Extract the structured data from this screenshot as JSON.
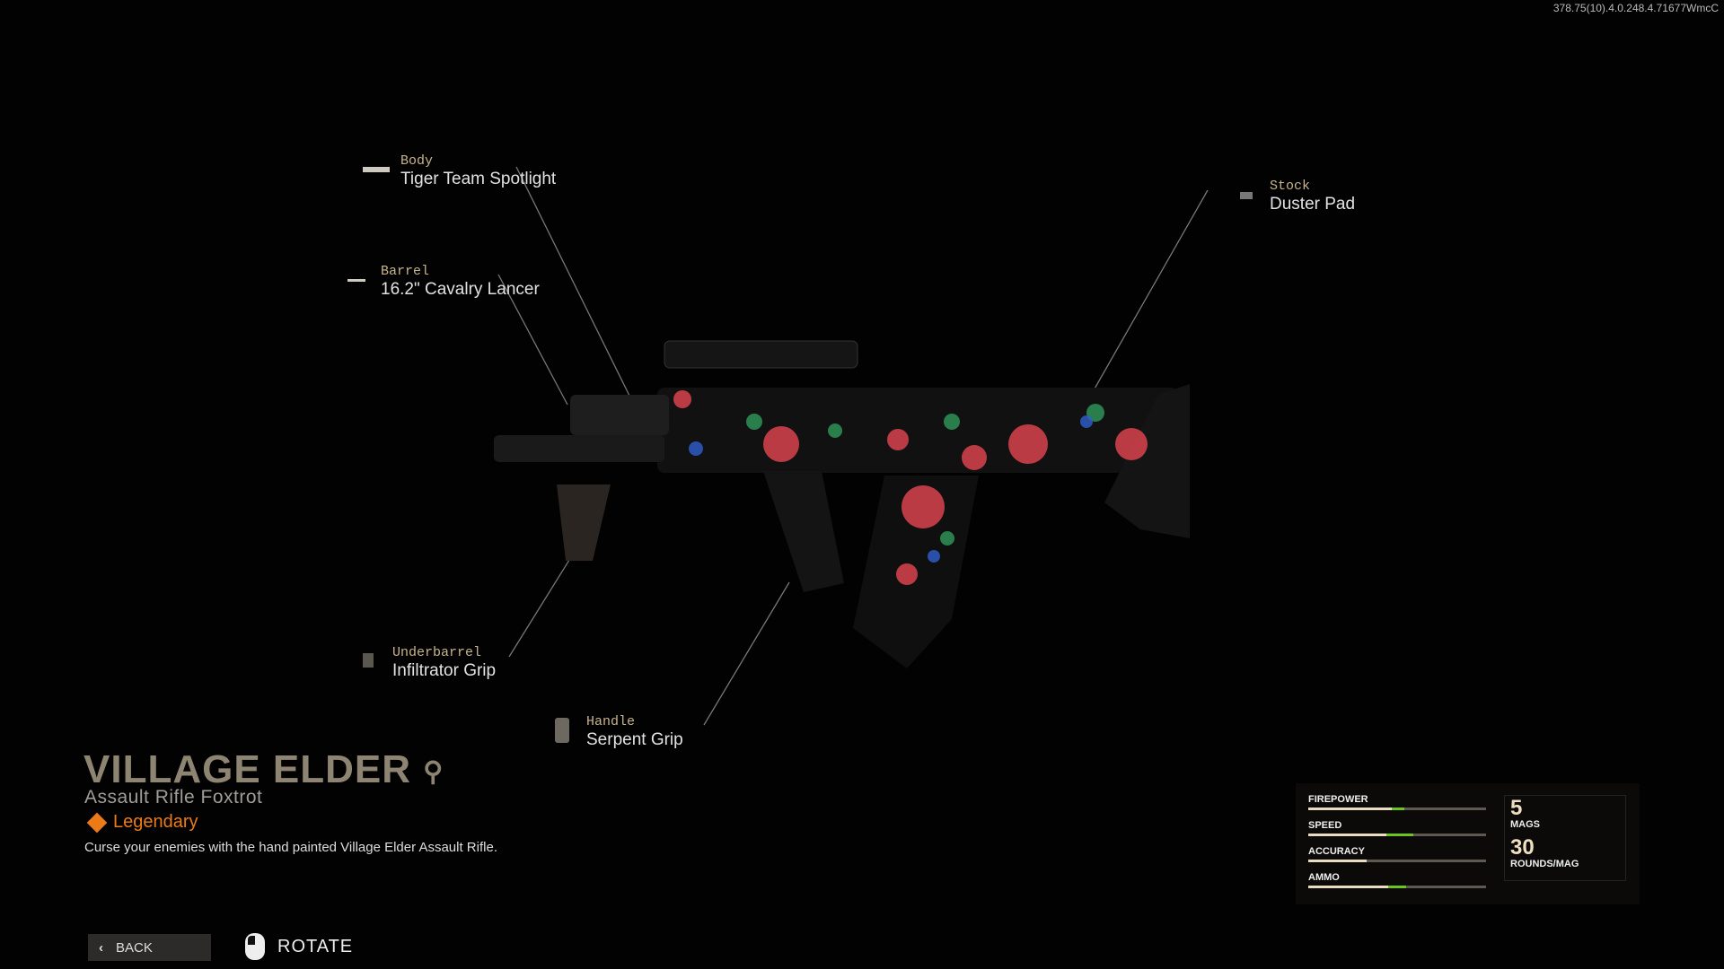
{
  "version": "378.75(10).4.0.248.4.71677WmcC",
  "attachments": [
    {
      "category": "Body",
      "name": "Tiger Team Spotlight"
    },
    {
      "category": "Barrel",
      "name": "16.2\" Cavalry Lancer"
    },
    {
      "category": "Stock",
      "name": "Duster Pad"
    },
    {
      "category": "Underbarrel",
      "name": "Infiltrator Grip"
    },
    {
      "category": "Handle",
      "name": "Serpent Grip"
    }
  ],
  "weapon": {
    "name": "VILLAGE ELDER",
    "type": "Assault Rifle Foxtrot",
    "rarity": "Legendary",
    "description": "Curse your enemies with the hand painted Village Elder Assault Rifle."
  },
  "stats": [
    {
      "label": "FIREPOWER",
      "base": 47,
      "gain": 7
    },
    {
      "label": "SPEED",
      "base": 44,
      "gain": 15
    },
    {
      "label": "ACCURACY",
      "base": 33,
      "gain": 0
    },
    {
      "label": "AMMO",
      "base": 45,
      "gain": 10
    }
  ],
  "ammo": {
    "mags": "5",
    "mags_label": "MAGS",
    "rounds": "30",
    "rounds_label": "ROUNDS/MAG"
  },
  "footer": {
    "back": "BACK",
    "rotate": "ROTATE"
  },
  "colors": {
    "rarity": "#ec7a16",
    "gain": "#6cc51d",
    "category": "#c8b48a"
  }
}
